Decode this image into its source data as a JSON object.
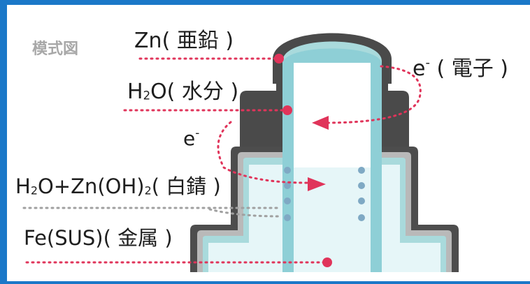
{
  "diagram": {
    "title": "模式図",
    "labels": {
      "zinc": {
        "pre": "Zn( ",
        "jp": "亜鉛",
        "post": " )"
      },
      "water": {
        "pre": "H",
        "sub": "2",
        "mid": "O( ",
        "jp": "水分",
        "post": " )"
      },
      "electron": {
        "pre": "e",
        "sup": "-"
      },
      "rust": {
        "pre": "H",
        "sub": "2",
        "mid": "O+Zn(OH)",
        "sub2": "2",
        "mid2": "( ",
        "jp": "白錆",
        "post": " )"
      },
      "iron": {
        "pre": "Fe(SUS)( ",
        "jp": "金属",
        "post": " )"
      },
      "electron_right": {
        "pre": "e",
        "sup": "-",
        "mid": " ( ",
        "jp": "電子",
        "post": " )"
      }
    },
    "colors": {
      "frame": "#1b78c8",
      "background": "#ffffff",
      "zinc_layer": "#4a4a4a",
      "dark_outline": "#4d4d4d",
      "light_gray": "#b9b9b9",
      "water_fill": "#a9dadc",
      "inner_fill": "#e6f6f8",
      "tube_blue": "#8ecfd6",
      "accent_red": "#e0345a",
      "dot_blue": "#7fa9c4"
    }
  }
}
